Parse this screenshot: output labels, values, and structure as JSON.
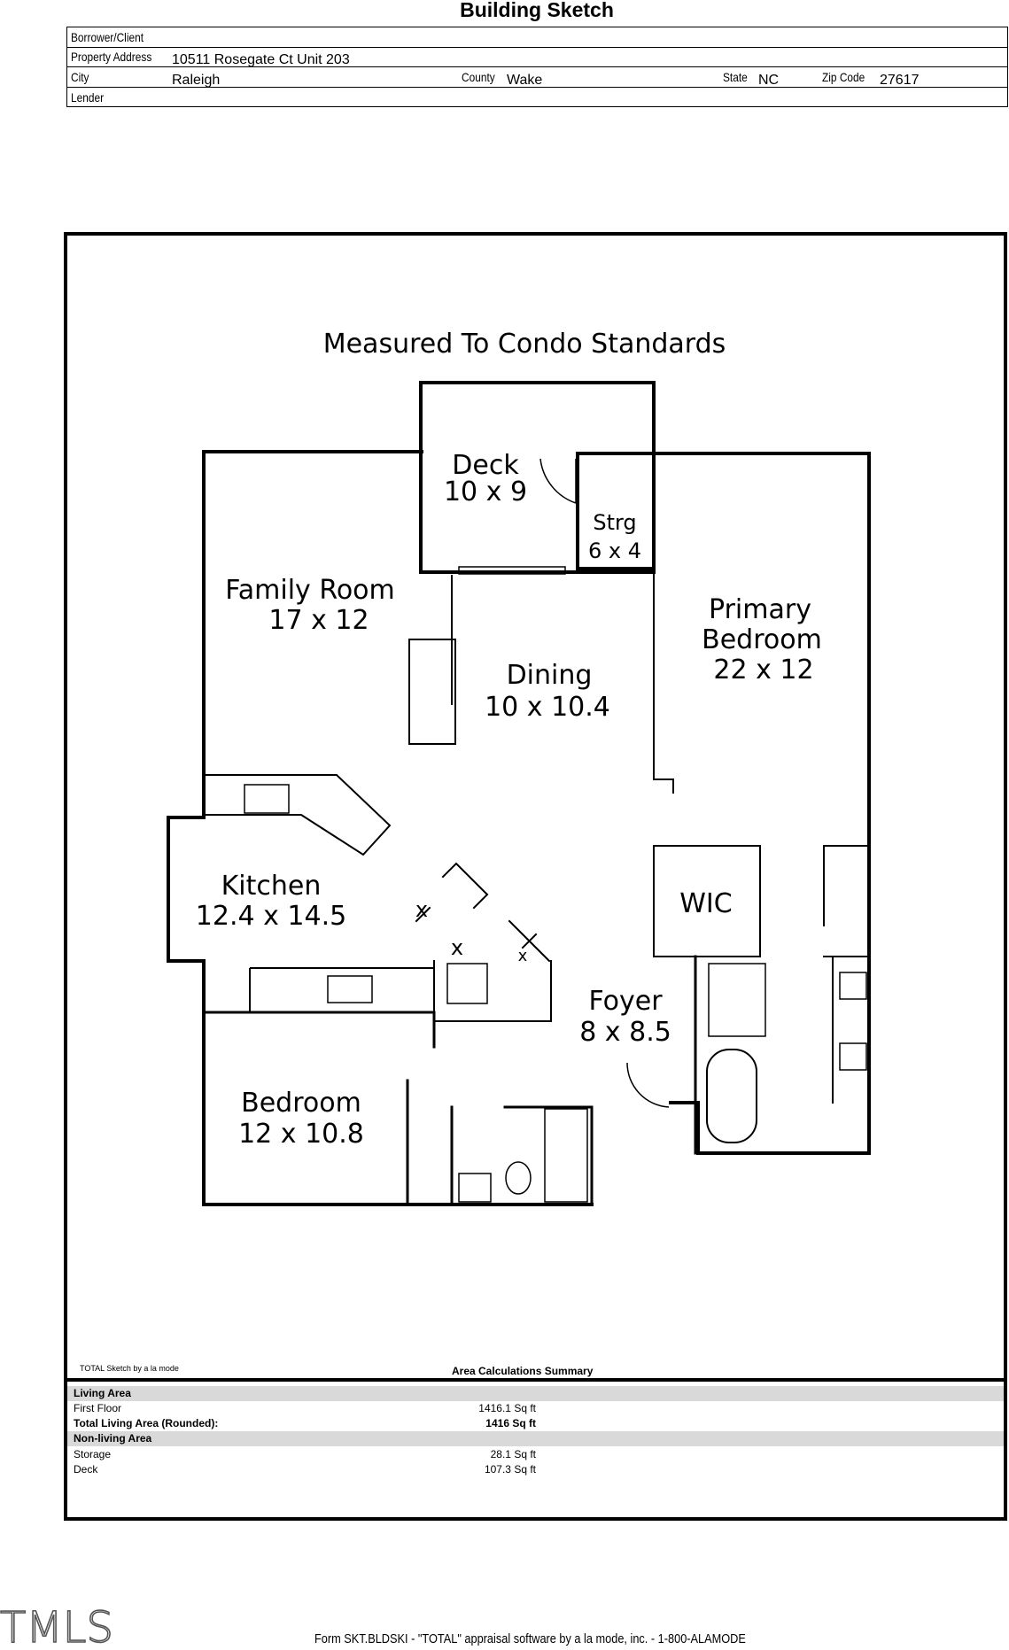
{
  "title": "Building Sketch",
  "header": {
    "borrower_label": "Borrower/Client",
    "borrower_value": "",
    "address_label": "Property Address",
    "address_value": "10511 Rosegate Ct Unit 203",
    "city_label": "City",
    "city_value": "Raleigh",
    "county_label": "County",
    "county_value": "Wake",
    "state_label": "State",
    "state_value": "NC",
    "zip_label": "Zip Code",
    "zip_value": "27617",
    "lender_label": "Lender",
    "lender_value": ""
  },
  "plan": {
    "note": "Measured To Condo Standards",
    "rooms": {
      "deck_name": "Deck",
      "deck_dim": "10 x 9",
      "strg_name": "Strg",
      "strg_dim": "6 x 4",
      "family_name": "Family Room",
      "family_dim": "17 x 12",
      "dining_name": "Dining",
      "dining_dim": "10 x 10.4",
      "primary_name1": "Primary",
      "primary_name2": "Bedroom",
      "primary_dim": "22 x 12",
      "kitchen_name": "Kitchen",
      "kitchen_dim": "12.4 x 14.5",
      "wic_name": "WIC",
      "foyer_name": "Foyer",
      "foyer_dim": "8 x 8.5",
      "bedroom_name": "Bedroom",
      "bedroom_dim": "12 x 10.8",
      "closet_mark": "x"
    }
  },
  "summary": {
    "credit": "TOTAL Sketch by a la mode",
    "heading": "Area Calculations Summary",
    "living_area_label": "Living Area",
    "first_floor_label": "First Floor",
    "first_floor_value": "1416.1 Sq ft",
    "total_label": "Total Living Area (Rounded):",
    "total_value": "1416 Sq ft",
    "nonliving_label": "Non-living Area",
    "storage_label": "Storage",
    "storage_value": "28.1 Sq ft",
    "deck_label": "Deck",
    "deck_value": "107.3 Sq ft"
  },
  "footer": "Form SKT.BLDSKI - \"TOTAL\" appraisal software by a la mode, inc. - 1-800-ALAMODE",
  "logo_text": "TMLS"
}
